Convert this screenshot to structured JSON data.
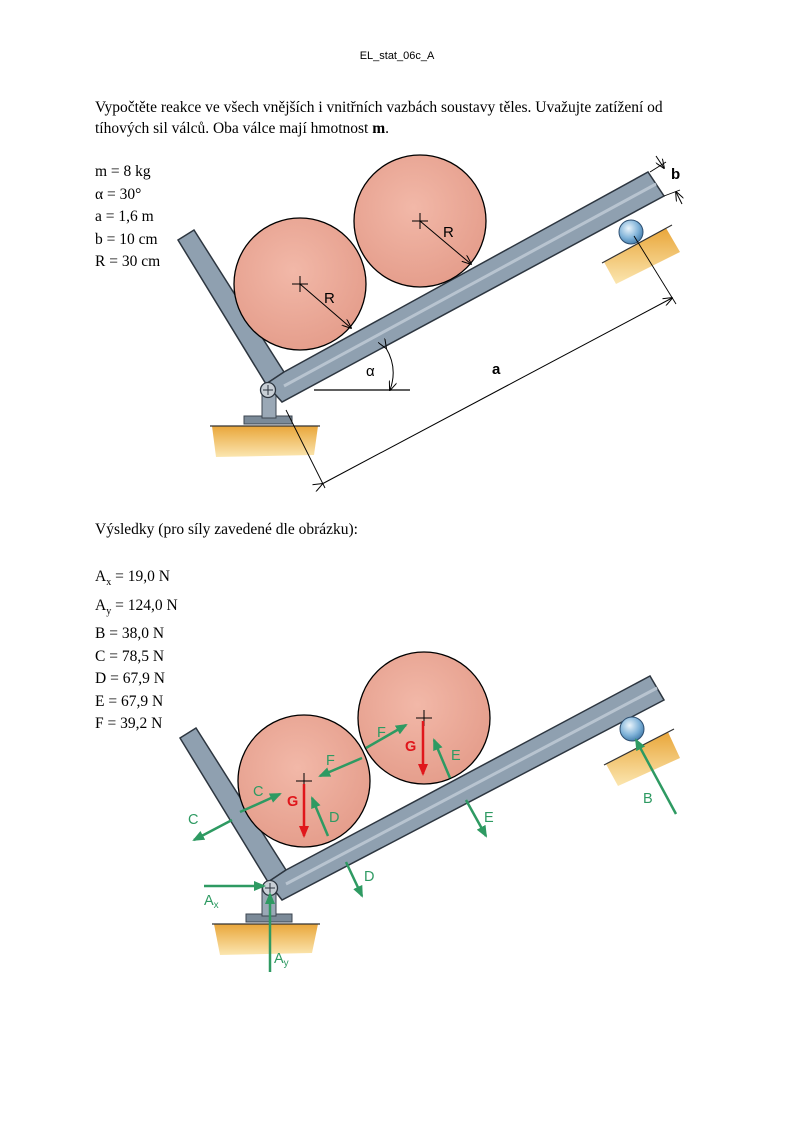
{
  "header": "EL_stat_06c_A",
  "task_text": "Vypočtěte reakce ve všech vnějších i vnitřních vazbách soustavy těles. Uvažujte zatížení od tíhových sil válců. Oba válce mají hmotnost",
  "task_mass_symbol": "m",
  "task_period": ".",
  "params": {
    "m": "m = 8 kg",
    "alpha": "α = 30°",
    "a": "a = 1,6 m",
    "b": "b = 10 cm",
    "R": "R = 30 cm"
  },
  "figure1_labels": {
    "b": "b",
    "a": "a",
    "alpha": "α",
    "R": "R"
  },
  "results_title": "Výsledky (pro síly zavedené dle obrázku):",
  "results": [
    {
      "sym": "A",
      "sub": "x",
      "val": " = 19,0 N"
    },
    {
      "sym": "A",
      "sub": "y",
      "val": " = 124,0 N"
    },
    {
      "sym": "B",
      "sub": "",
      "val": " = 38,0 N"
    },
    {
      "sym": "C",
      "sub": "",
      "val": " = 78,5 N"
    },
    {
      "sym": "D",
      "sub": "",
      "val": " = 67,9 N"
    },
    {
      "sym": "E",
      "sub": "",
      "val": " = 67,9 N"
    },
    {
      "sym": "F",
      "sub": "",
      "val": " = 39,2 N"
    }
  ],
  "figure2_labels": {
    "G": "G",
    "C": "C",
    "D": "D",
    "E": "E",
    "F": "F",
    "B": "B",
    "A": "A",
    "x": "x",
    "y": "y"
  },
  "colors": {
    "cylinder": "#e8a898",
    "frame": "#8fa0b0",
    "ground": "#f0c060",
    "force_green": "#2e9a62",
    "force_red": "#e0161b"
  }
}
